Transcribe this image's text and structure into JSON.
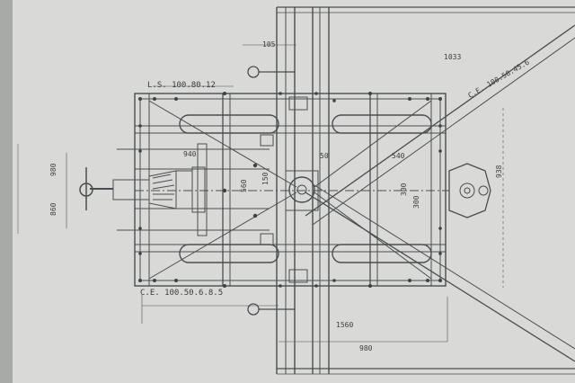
{
  "drawing": {
    "labels": {
      "profile_top": "L.S. 100.80.12",
      "profile_bottom": "C.E. 100.50.6.8.5",
      "profile_diagonal": "C.E. 100.50.45.6",
      "dim_top_1": "105",
      "dim_top_2": "1033",
      "dim_left_1": "980",
      "dim_left_2": "860",
      "dim_940": "940",
      "dim_540": "540",
      "dim_560": "560",
      "dim_150": "150",
      "dim_50": "50",
      "dim_1560": "1560",
      "dim_980": "980",
      "dim_right": "938",
      "dim_300a": "300",
      "dim_300b": "300"
    }
  }
}
